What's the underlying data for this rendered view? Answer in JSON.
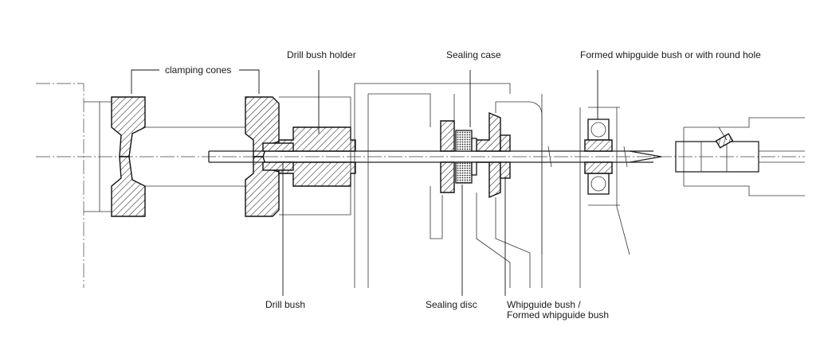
{
  "labels": {
    "clamping_cones": "clamping cones",
    "drill_bush_holder": "Drill bush holder",
    "sealing_case": "Sealing case",
    "formed_whipguide": "Formed whipguide bush or with round hole",
    "drill_bush": "Drill bush",
    "sealing_disc": "Sealing disc",
    "whipguide_line1": "Whipguide bush /",
    "whipguide_line2": "Formed whipguide bush"
  }
}
